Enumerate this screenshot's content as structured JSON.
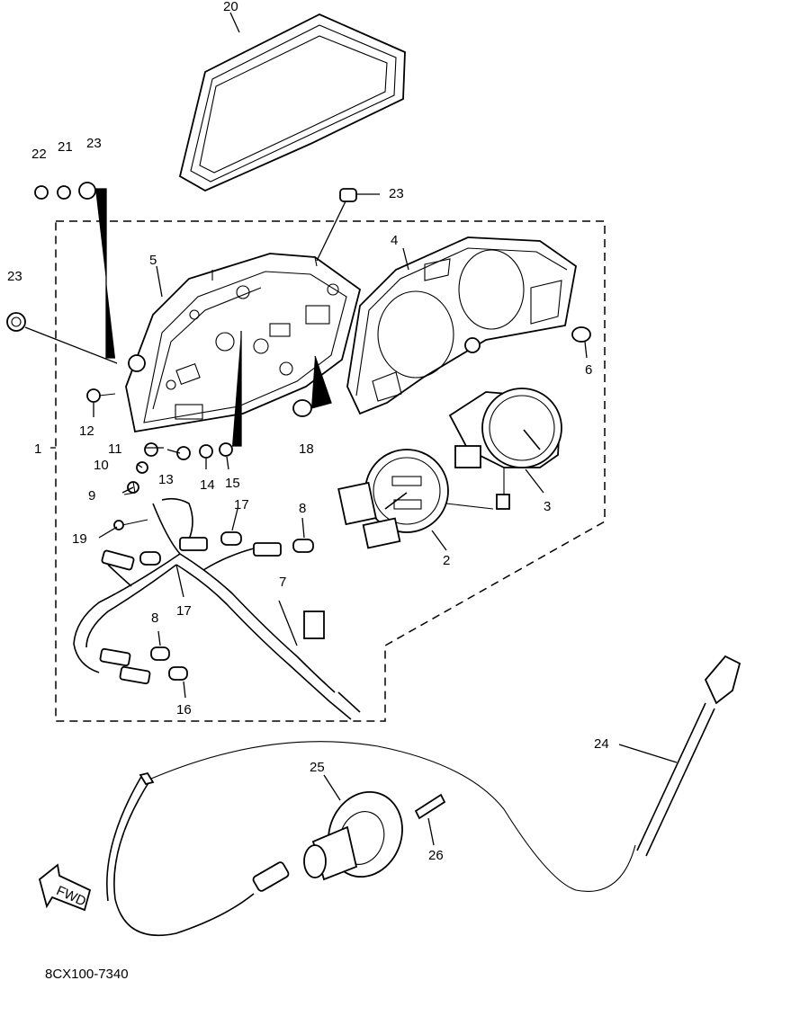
{
  "diagram": {
    "catalog_code": "8CX100-7340",
    "fwd_label": "FWD",
    "callouts": {
      "c1": "1",
      "c2": "2",
      "c3": "3",
      "c4": "4",
      "c5": "5",
      "c6": "6",
      "c7": "7",
      "c8a": "8",
      "c8b": "8",
      "c9": "9",
      "c10": "10",
      "c11": "11",
      "c12": "12",
      "c13": "13",
      "c14": "14",
      "c15": "15",
      "c16": "16",
      "c17a": "17",
      "c17b": "17",
      "c18": "18",
      "c19": "19",
      "c20": "20",
      "c21": "21",
      "c22": "22",
      "c23a": "23",
      "c23b": "23",
      "c23c": "23",
      "c24": "24",
      "c25": "25",
      "c26": "26"
    }
  }
}
